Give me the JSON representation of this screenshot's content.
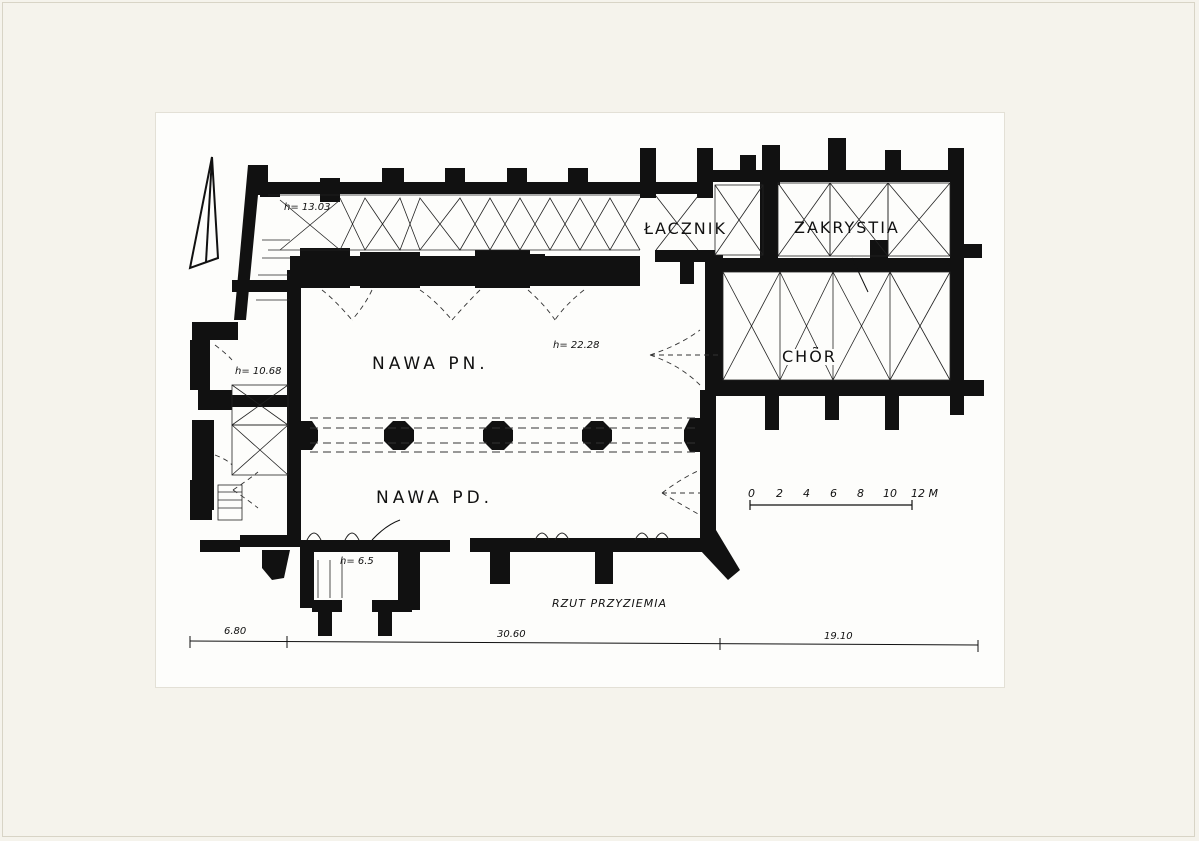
{
  "rooms": {
    "nawa_pn": "NAWA  PN.",
    "nawa_pd": "NAWA  PD.",
    "lacznik": "ŁACZNIK",
    "zakrystia": "ZAKRYSTIA",
    "chor": "CHÕR"
  },
  "heights": {
    "h1": "h= 13.03",
    "h2": "h= 22.28",
    "h3": "h= 10.68",
    "h4": "h= 6.5"
  },
  "scale_bar": {
    "ticks": [
      "0",
      "2",
      "4",
      "6",
      "8",
      "10",
      "12 M"
    ]
  },
  "title": "RZUT  PRZYZIEMIA",
  "dimensions": [
    "6.80",
    "30.60",
    "19.10"
  ]
}
